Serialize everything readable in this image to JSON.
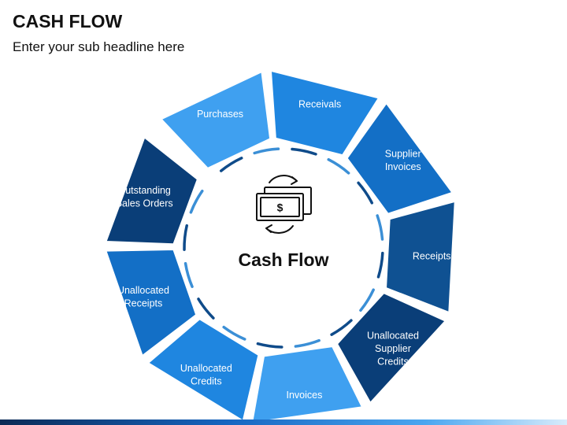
{
  "title": "CASH FLOW",
  "subtitle": "Enter your sub headline here",
  "center": {
    "label": "Cash Flow",
    "icon": "cash-exchange-icon"
  },
  "segments": [
    {
      "id": "purchases",
      "lines": [
        "Purchases"
      ],
      "color": "#3fa0f0"
    },
    {
      "id": "receivals",
      "lines": [
        "Receivals"
      ],
      "color": "#1f86e0"
    },
    {
      "id": "supplier-invoices",
      "lines": [
        "Supplier",
        "Invoices"
      ],
      "color": "#136fc6"
    },
    {
      "id": "receipts",
      "lines": [
        "Receipts"
      ],
      "color": "#0f5192"
    },
    {
      "id": "unallocated-supplier-credits",
      "lines": [
        "Unallocated",
        "Supplier",
        "Credits"
      ],
      "color": "#0a3e78"
    },
    {
      "id": "invoices",
      "lines": [
        "Invoices"
      ],
      "color": "#3fa0f0"
    },
    {
      "id": "unallocated-credits",
      "lines": [
        "Unallocated",
        "Credits"
      ],
      "color": "#1f86e0"
    },
    {
      "id": "unallocated-receipts",
      "lines": [
        "Unallocated",
        "Receipts"
      ],
      "color": "#136fc6"
    },
    {
      "id": "outstanding-sales-orders",
      "lines": [
        "Outstanding",
        "Sales Orders"
      ],
      "color": "#0a3e78"
    }
  ],
  "colors": {
    "ring_dark": "#0f4b8a",
    "ring_light": "#3b8fd6",
    "icon": "#111111"
  }
}
